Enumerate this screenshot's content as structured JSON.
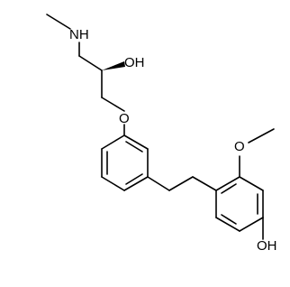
{
  "molecule": {
    "labels": {
      "nh": "NH",
      "oh_side": "OH",
      "o_ether": "O",
      "o_methoxy": "O",
      "oh_phenol": "OH"
    }
  }
}
